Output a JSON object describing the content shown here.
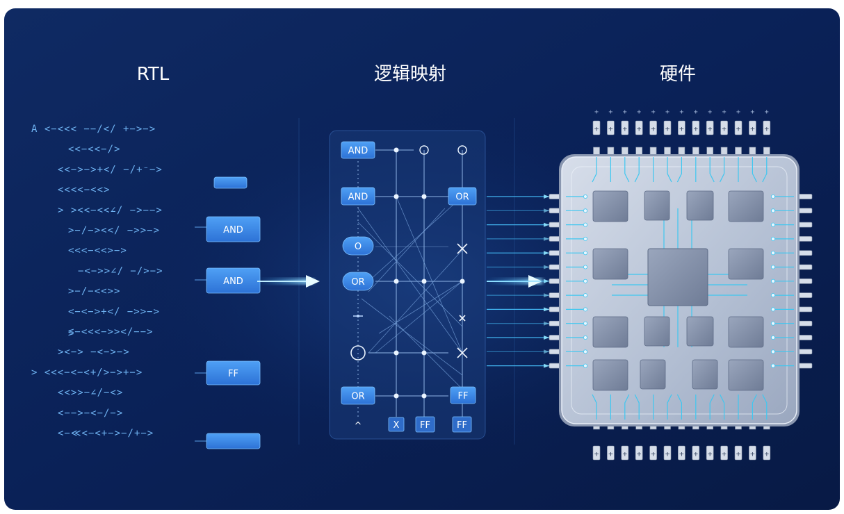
{
  "titles": {
    "rtl": "RTL",
    "mapping": "逻辑映射",
    "hardware": "硬件"
  },
  "rtl_code_lines": [
    "A <−<<< −−/</ +−>−>",
    "<<−<<−/>",
    "<<−>−>+</ −/+⁻−>",
    "<<<<−<<>",
    "> ><<−<<∠/ −>−−>",
    ">−/−><</ −>>−>",
    "<<<−<<>−>",
    "−<−>>∠/ −/>−>",
    ">−/−<<>>",
    "<−<−>+</ −>>−>",
    "≶−<<<−>></−−>",
    "><−> −<−>−>",
    "> <<<−<−<+/>−>+−>",
    "<<>>−∠/−<>",
    "<−−>−<−/−>",
    "<−≪<−<+−>−/+−>"
  ],
  "rtl_blocks": [
    "",
    "AND",
    "AND",
    "FF",
    ""
  ],
  "mapping_grid": {
    "left_gates": [
      "AND",
      "AND",
      "O",
      "OR",
      "",
      ""
    ],
    "bottom_left_gate": "OR",
    "right_gates": [
      "OR",
      "FF"
    ],
    "bottom_row": [
      "FF",
      "FF"
    ],
    "bottom_x": "X",
    "bottom_up_arrow": "^"
  },
  "chip": {
    "top_pin_label": "+",
    "pin_count": 13
  },
  "colors": {
    "background": "#0c2456",
    "accent": "#3b8ef0",
    "glow": "#6fd6ff",
    "chip": "#c5cfe0"
  }
}
